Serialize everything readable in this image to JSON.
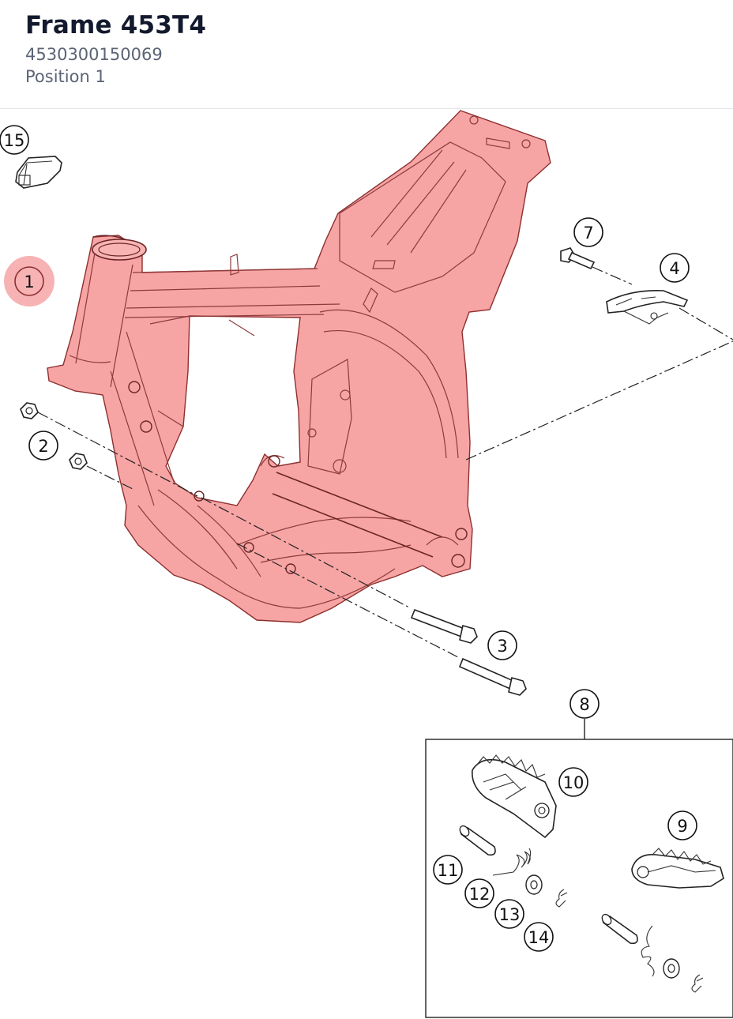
{
  "header": {
    "title": "Frame 453T4",
    "part_number": "4530300150069",
    "position": "Position 1"
  },
  "diagram": {
    "highlight_color": "#f28b8b",
    "selected_callout": "1",
    "callouts": [
      "1",
      "2",
      "3",
      "4",
      "7",
      "8",
      "9",
      "10",
      "11",
      "12",
      "13",
      "14",
      "15"
    ]
  }
}
